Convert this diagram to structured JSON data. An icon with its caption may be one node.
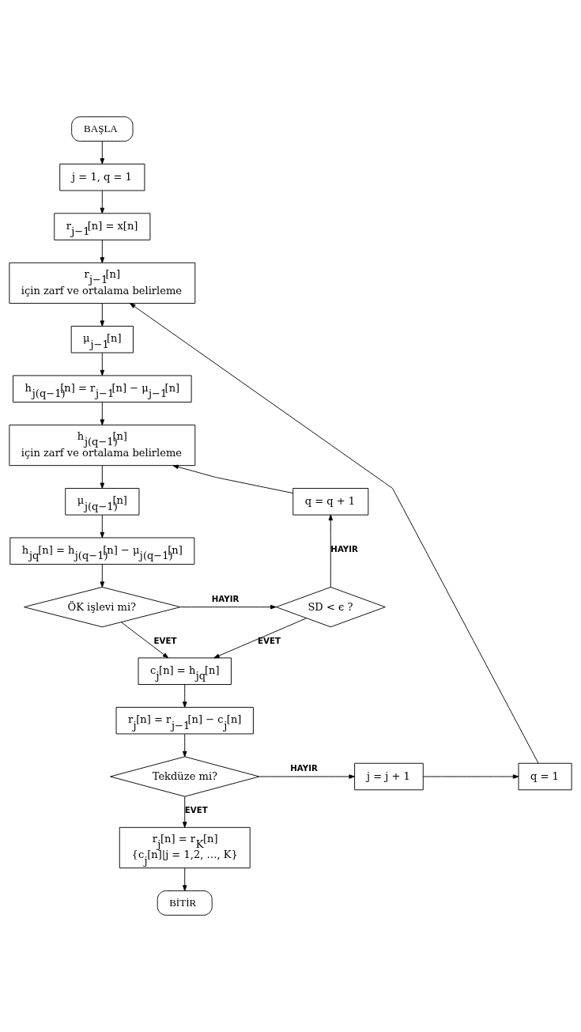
{
  "diagram": {
    "nodes": [
      {
        "text": [
          "BAŞLA"
        ]
      },
      {
        "text": [
          "j = 1, q = 1"
        ]
      },
      {
        "text": [
          "r$_{j−1}$[n] = x[n]"
        ]
      },
      {
        "text": [
          "r$_{j−1}$[n]",
          "için zarf ve ortalama belirleme"
        ]
      },
      {
        "text": [
          "μ$_{j−1}$[n]"
        ]
      },
      {
        "text": [
          "h$_{j(q−1)}$[n] = r$_{j−1}$[n] − μ$_{j−1}$[n]"
        ]
      },
      {
        "text": [
          "h$_{j(q−1)}$[n]",
          "için zarf ve ortalama belirleme"
        ]
      },
      {
        "text": [
          "μ$_{j(q−1)}$[n]"
        ]
      },
      {
        "text": [
          "h$_{jq}$[n] = h$_{j(q−1)}$[n] − μ$_{j(q−1)}$[n]"
        ]
      },
      {
        "text": [
          "ÖK işlevi mi?"
        ]
      },
      {
        "text": [
          "SD < ϵ ?"
        ]
      },
      {
        "text": [
          "q = q + 1"
        ]
      },
      {
        "text": [
          "c$_{j}$[n] = h$_{jq}$[n]"
        ]
      },
      {
        "text": [
          "r$_{j}$[n] = r$_{j−1}$[n] − c$_{j}$[n]"
        ]
      },
      {
        "text": [
          "Tekdüze mi?"
        ]
      },
      {
        "text": [
          "j = j + 1"
        ]
      },
      {
        "text": [
          "q = 1"
        ]
      },
      {
        "text": [
          "r$_{j}$[n] = r$_{K}$[n]",
          "{c$_{j}$[n]|j = 1,2, …, K}"
        ]
      },
      {
        "text": [
          "BİTİR"
        ]
      }
    ],
    "edges": [
      {
        "from": 0,
        "to": 1,
        "arrow": "to"
      },
      {
        "from": 1,
        "to": 2,
        "arrow": "to"
      },
      {
        "from": 2,
        "to": 3,
        "arrow": "to"
      },
      {
        "from": 3,
        "to": 4,
        "arrow": "to"
      },
      {
        "from": 4,
        "to": 5,
        "arrow": "to"
      },
      {
        "from": 5,
        "to": 6,
        "arrow": "to"
      },
      {
        "from": 6,
        "to": 7,
        "arrow": "to"
      },
      {
        "from": 7,
        "to": 8,
        "arrow": "to"
      },
      {
        "from": 8,
        "to": 9,
        "arrow": "to"
      },
      {
        "from": 9,
        "to": 10,
        "arrow": "to",
        "label": "HAYIR"
      },
      {
        "from": 10,
        "to": 11,
        "arrow": "to",
        "label": "HAYIR"
      },
      {
        "from": 11,
        "to": 6,
        "arrow": "to"
      },
      {
        "from": 9,
        "to": 12,
        "arrow": "to",
        "label": "EVET"
      },
      {
        "from": 10,
        "to": 12,
        "arrow": "to",
        "label": "EVET"
      },
      {
        "from": 12,
        "to": 13,
        "arrow": "to"
      },
      {
        "from": 13,
        "to": 14,
        "arrow": "to"
      },
      {
        "from": 14,
        "to": 15,
        "arrow": "to",
        "label": "HAYIR"
      },
      {
        "from": 15,
        "to": 16,
        "arrow": "to"
      },
      {
        "from": 16,
        "to": 3,
        "arrow": "to"
      },
      {
        "from": 14,
        "to": 17,
        "arrow": "to",
        "label": "EVET"
      },
      {
        "from": 17,
        "to": 18,
        "arrow": "to"
      }
    ]
  }
}
